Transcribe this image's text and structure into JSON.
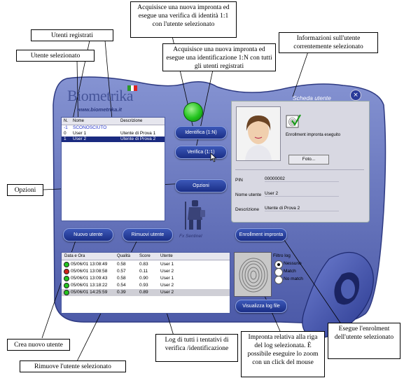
{
  "callouts": {
    "utenti_registrati": "Utenti registrati",
    "utente_selezionato": "Utente selezionato",
    "verifica": "Acquisisce una nuova impronta ed esegue una verifica di identità 1:1 con l'utente selezionato",
    "identificazione": "Acquisisce una nuova impronta ed esegue una identificazione 1:N con tutti gli utenti registrati",
    "informazioni": "Informazioni sull'utente correntemente selezionato",
    "opzioni": "Opzioni",
    "crea_utente": "Crea nuovo utente",
    "rimuove_utente": "Rimuove l'utente selezionato",
    "log": "Log di tutti i tentativi di verifica /identificazione",
    "impronta": "Impronta relativa alla riga del log selezionata. È possibile eseguire lo zoom con un click del mouse",
    "enrollment": "Esegue l'enrolment dell'utente selezionato"
  },
  "app": {
    "logo_text": "Biometrika",
    "website": "www.biometrika.it",
    "scheda_title": "Scheda utente",
    "sentinel_label": "Fx Sentinel"
  },
  "users_table": {
    "headers": [
      "N.",
      "Nome",
      "Descrizione"
    ],
    "rows": [
      {
        "n": "-1",
        "nome": "SCONOSCIUTO",
        "desc": ""
      },
      {
        "n": "0",
        "nome": "User 1",
        "desc": "Utente di Prova 1"
      },
      {
        "n": "1",
        "nome": "User 2",
        "desc": "Utente di Prova 2"
      }
    ]
  },
  "buttons": {
    "identifica": "Identifica (1:N)",
    "verifica": "Verifica (1:1)",
    "opzioni": "Opzioni",
    "nuovo_utente": "Nuovo utente",
    "rimuovi_utente": "Rimuovi utente",
    "enrollment": "Enrollment impronta",
    "visualizza_log": "Visualizza log file",
    "foto": "Foto..."
  },
  "user_card": {
    "enrollment_status": "Enrollment impronta eseguito",
    "pin_label": "PIN",
    "pin_value": "00000002",
    "nome_label": "Nome utente",
    "nome_value": "User 2",
    "desc_label": "Descrizione",
    "desc_value": "Utente di Prova 2"
  },
  "log_table": {
    "headers": [
      "Data e Ora",
      "Qualità",
      "Score",
      "Utente"
    ],
    "rows": [
      {
        "status": "ok",
        "data": "05/06/01 13:08:49",
        "q": "0.58",
        "s": "0.83",
        "u": "User 1"
      },
      {
        "status": "fail",
        "data": "05/06/01 13:08:58",
        "q": "0.57",
        "s": "0.11",
        "u": "User 2"
      },
      {
        "status": "ok",
        "data": "05/06/01 13:09:43",
        "q": "0.58",
        "s": "0.90",
        "u": "User 1"
      },
      {
        "status": "ok",
        "data": "05/06/01 13:18:22",
        "q": "0.54",
        "s": "0.93",
        "u": "User 2"
      },
      {
        "status": "ok",
        "data": "05/06/01 14:25:59",
        "q": "0.39",
        "s": "0.89",
        "u": "User 2"
      }
    ]
  },
  "filter": {
    "title": "Filtro log",
    "options": [
      "Nessuno",
      "Match",
      "No match"
    ],
    "selected": "Nessuno"
  },
  "colors": {
    "device_body": "#6a79c2",
    "panel_grey": "#d8d8e2",
    "button_blue": "#23388f",
    "status_green": "#22c41e",
    "fail_red": "#d0211a"
  }
}
